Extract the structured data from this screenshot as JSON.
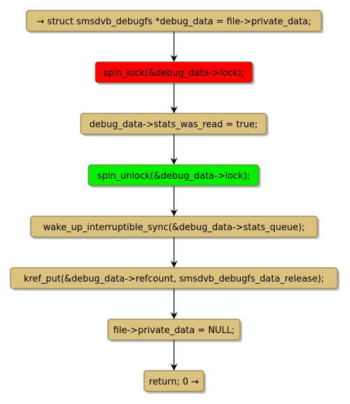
{
  "flowchart": {
    "nodes": [
      {
        "id": "n1",
        "label": "→ struct smsdvb_debugfs *debug_data = file->private_data;",
        "fill": "#dbc27f"
      },
      {
        "id": "n2",
        "label": "spin_lock(&debug_data->lock);",
        "fill": "#ff0000"
      },
      {
        "id": "n3",
        "label": "debug_data->stats_was_read = true;",
        "fill": "#dbc27f"
      },
      {
        "id": "n4",
        "label": "spin_unlock(&debug_data->lock);",
        "fill": "#00ee00"
      },
      {
        "id": "n5",
        "label": "wake_up_interruptible_sync(&debug_data->stats_queue);",
        "fill": "#dbc27f"
      },
      {
        "id": "n6",
        "label": "kref_put(&debug_data->refcount, smsdvb_debugfs_data_release);",
        "fill": "#dbc27f"
      },
      {
        "id": "n7",
        "label": "file->private_data = NULL;",
        "fill": "#dbc27f"
      },
      {
        "id": "n8",
        "label": "return; 0 →",
        "fill": "#dbc27f"
      }
    ],
    "colors": {
      "node_border": "#7a6a3a",
      "shadow": "#8c8c8c",
      "arrow": "#000000",
      "text": "#000000"
    }
  }
}
